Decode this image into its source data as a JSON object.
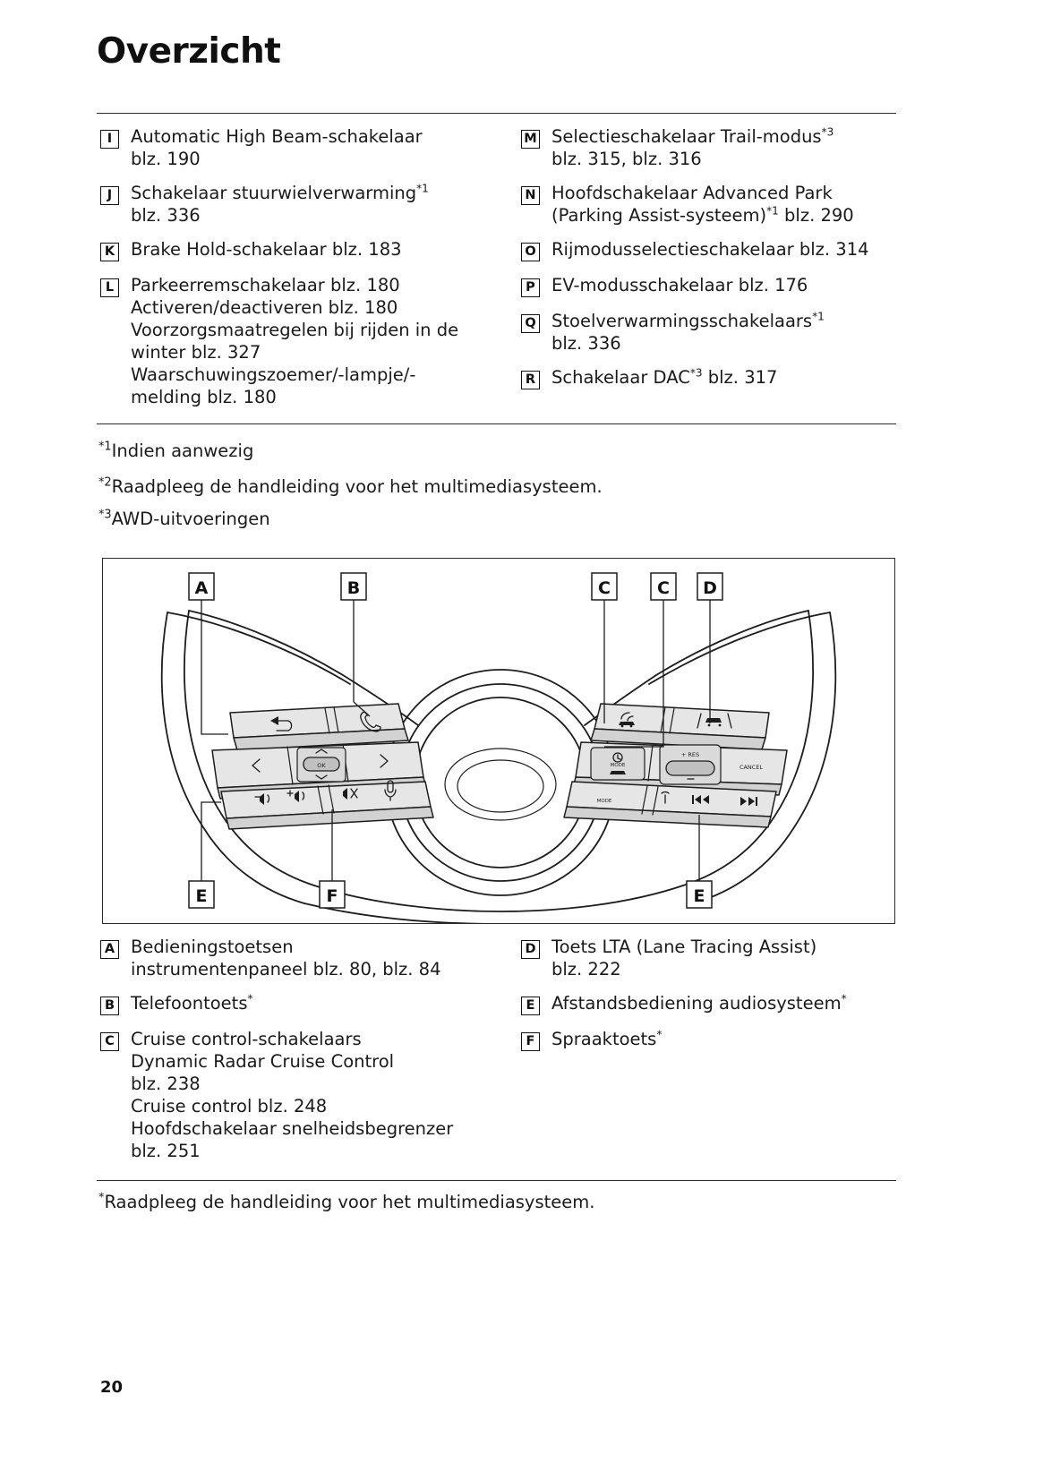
{
  "document": {
    "title": "Overzicht",
    "page_number": "20"
  },
  "top_key_list": {
    "left": [
      {
        "letter": "I",
        "lines": [
          "Automatic High Beam-schakelaar",
          "blz. 190"
        ]
      },
      {
        "letter": "J",
        "lines": [
          "Schakelaar stuurwielverwarming*1",
          "blz. 336"
        ],
        "sup_line": 0,
        "sup": "*1",
        "base": "Schakelaar stuurwielverwarming"
      },
      {
        "letter": "K",
        "lines": [
          "Brake Hold-schakelaar blz. 183"
        ]
      },
      {
        "letter": "L",
        "lines": [
          "Parkeerremschakelaar blz. 180",
          "Activeren/deactiveren blz. 180",
          "Voorzorgsmaatregelen bij rijden in de",
          "winter blz. 327",
          "Waarschuwingszoemer/-lampje/-",
          "melding blz. 180"
        ]
      }
    ],
    "right": [
      {
        "letter": "M",
        "lines": [
          "Selectieschakelaar Trail-modus*3",
          "blz. 315, blz. 316"
        ]
      },
      {
        "letter": "N",
        "lines": [
          "Hoofdschakelaar Advanced Park",
          "(Parking Assist-systeem)*1 blz. 290"
        ]
      },
      {
        "letter": "O",
        "lines": [
          "Rijmodusselectieschakelaar blz. 314"
        ]
      },
      {
        "letter": "P",
        "lines": [
          "EV-modusschakelaar blz. 176"
        ]
      },
      {
        "letter": "Q",
        "lines": [
          "Stoelverwarmingsschakelaars*1",
          "blz. 336"
        ]
      },
      {
        "letter": "R",
        "lines": [
          "Schakelaar DAC*3 blz. 317"
        ]
      }
    ]
  },
  "top_key_text": {
    "I_1": "Automatic High Beam-schakelaar",
    "I_2": "blz. 190",
    "J_1": "Schakelaar stuurwielverwarming",
    "J_1_sup": "*1",
    "J_2": "blz. 336",
    "K_1": "Brake Hold-schakelaar blz. 183",
    "L_1": "Parkeerremschakelaar blz. 180",
    "L_2": "Activeren/deactiveren blz. 180",
    "L_3": "Voorzorgsmaatregelen bij rijden in de",
    "L_4": "winter blz. 327",
    "L_5": "Waarschuwingszoemer/-lampje/-",
    "L_6": "melding blz. 180",
    "M_1": "Selectieschakelaar Trail-modus",
    "M_1_sup": "*3",
    "M_2": "blz. 315, blz. 316",
    "N_1": "Hoofdschakelaar Advanced Park",
    "N_2a": "(Parking Assist-systeem)",
    "N_2_sup": "*1",
    "N_2b": " blz. 290",
    "O_1": "Rijmodusselectieschakelaar blz. 314",
    "P_1": "EV-modusschakelaar blz. 176",
    "Q_1": "Stoelverwarmingsschakelaars",
    "Q_1_sup": "*1",
    "Q_2": "blz. 336",
    "R_1a": "Schakelaar DAC",
    "R_1_sup": "*3",
    "R_1b": " blz. 317"
  },
  "letters": {
    "I": "I",
    "J": "J",
    "K": "K",
    "L": "L",
    "M": "M",
    "N": "N",
    "O": "O",
    "P": "P",
    "Q": "Q",
    "R": "R",
    "A": "A",
    "B": "B",
    "C": "C",
    "D": "D",
    "E": "E",
    "F": "F"
  },
  "footnotes_middle": [
    {
      "mark": "*1",
      "text": "Indien aanwezig"
    },
    {
      "mark": "*2",
      "text": "Raadpleeg de handleiding voor het multimediasysteem."
    },
    {
      "mark": "*3",
      "text": "AWD-uitvoeringen"
    }
  ],
  "footnotes_middle_flat": {
    "f1_mark": "*1",
    "f1_text": "Indien aanwezig",
    "f2_mark": "*2",
    "f2_text": "Raadpleeg de handleiding voor het multimediasysteem.",
    "f3_mark": "*3",
    "f3_text": "AWD-uitvoeringen"
  },
  "figure": {
    "caption_letters_top": [
      "A",
      "B",
      "C",
      "C",
      "D"
    ],
    "caption_letters_bottom": [
      "E",
      "F",
      "E"
    ],
    "button_labels": {
      "ok": "OK",
      "mode": "MODE",
      "res": "+ RES",
      "cancel": "CANCEL"
    },
    "icons": [
      "back-arrow-icon",
      "phone-icon",
      "left-chevron-icon",
      "right-chevron-icon",
      "up-chevron-icon",
      "down-chevron-icon",
      "volume-down-icon",
      "volume-up-icon",
      "mute-icon",
      "voice-icon",
      "radar-cruise-icon",
      "lane-tracing-icon",
      "cruise-mode-icon",
      "track-previous-icon",
      "track-next-icon",
      "source-icon"
    ]
  },
  "bottom_key_list": {
    "A_1": "Bedieningstoetsen",
    "A_2": "instrumentenpaneel blz. 80, blz. 84",
    "B_1": "Telefoontoets",
    "B_1_sup": "*",
    "C_1": "Cruise control-schakelaars",
    "C_2": "Dynamic Radar Cruise Control",
    "C_3": "blz. 238",
    "C_4": "Cruise control blz. 248",
    "C_5": "Hoofdschakelaar snelheidsbegrenzer",
    "C_6": "blz. 251",
    "D_1": "Toets LTA (Lane Tracing Assist)",
    "D_2": "blz. 222",
    "E_1": "Afstandsbediening audiosysteem",
    "E_1_sup": "*",
    "F_1": "Spraaktoets",
    "F_1_sup": "*"
  },
  "footnote_bottom": {
    "mark": "*",
    "text": "Raadpleeg de handleiding voor het multimediasysteem."
  },
  "colors": {
    "text": "#1a1a1a",
    "rule": "#2b2b2b",
    "diagram_line": "#1d1d1d",
    "diagram_fill_light": "#e8e8e8",
    "diagram_fill_mid": "#d4d4d4",
    "diagram_fill_dark": "#bdbdbd"
  }
}
